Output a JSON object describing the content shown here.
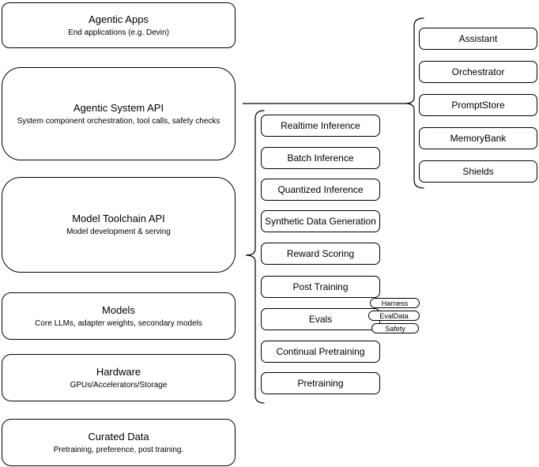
{
  "diagram": {
    "left_stack": [
      {
        "title": "Agentic Apps",
        "subtitle": "End applications (e.g. Devin)"
      },
      {
        "title": "Agentic System API",
        "subtitle": "System component orchestration, tool calls, safety checks"
      },
      {
        "title": "Model Toolchain API",
        "subtitle": "Model development & serving"
      },
      {
        "title": "Models",
        "subtitle": "Core LLMs, adapter weights, secondary models"
      },
      {
        "title": "Hardware",
        "subtitle": "GPUs/Accelerators/Storage"
      },
      {
        "title": "Curated Data",
        "subtitle": "Pretraining, preference, post training."
      }
    ],
    "toolchain_items": [
      "Realtime Inference",
      "Batch Inference",
      "Quantized Inference",
      "Synthetic Data Generation",
      "Reward Scoring",
      "Post Training",
      "Evals",
      "Continual Pretraining",
      "Pretraining"
    ],
    "eval_tags": [
      "Harness",
      "EvalData",
      "Safety"
    ],
    "system_components": [
      "Assistant",
      "Orchestrator",
      "PromptStore",
      "MemoryBank",
      "Shields"
    ],
    "colors": {
      "stroke": "#000000",
      "fill": "#ffffff"
    }
  }
}
